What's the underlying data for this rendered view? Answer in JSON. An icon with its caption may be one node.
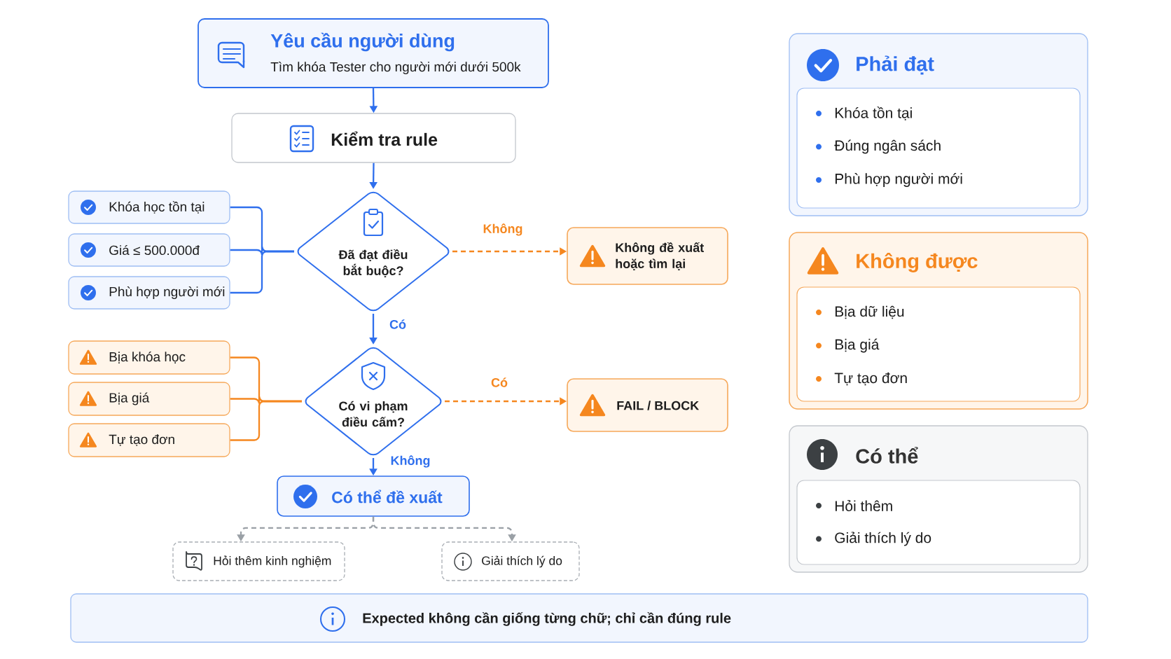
{
  "diagram": {
    "nodes": [
      {
        "text": [
          "Yêu cầu người dùng",
          "Tìm khóa Tester cho người mới dưới 500k"
        ]
      },
      {
        "text": [
          "Kiểm tra rule"
        ]
      },
      {
        "text": [
          "Khóa học tồn tại"
        ]
      },
      {
        "text": [
          "Giá ≤ 500.000đ"
        ]
      },
      {
        "text": [
          "Phù hợp người mới"
        ]
      },
      {
        "text": [
          "Đã đạt điều bắt buộc?"
        ]
      },
      {
        "text": [
          "Không đề xuất hoặc tìm lại"
        ]
      },
      {
        "text": [
          "Bịa khóa học"
        ]
      },
      {
        "text": [
          "Bịa giá"
        ]
      },
      {
        "text": [
          "Tự tạo đơn"
        ]
      },
      {
        "text": [
          "Có vi phạm điều cấm?"
        ]
      },
      {
        "text": [
          "FAIL / BLOCK"
        ]
      },
      {
        "text": [
          "Có thể đề xuất"
        ]
      },
      {
        "text": [
          "Hỏi thêm kinh nghiệm"
        ]
      },
      {
        "text": [
          "Giải thích lý do"
        ]
      },
      {
        "text": [
          "Phải đạt"
        ]
      },
      {
        "text": [
          "Khóa tồn tại",
          "Đúng ngân sách",
          "Phù hợp người mới"
        ],
        "in": 15
      },
      {
        "text": [
          "Không được"
        ]
      },
      {
        "text": [
          "Bịa dữ liệu",
          "Bịa giá",
          "Tự tạo đơn"
        ],
        "in": 17
      },
      {
        "text": [
          "Có thể"
        ]
      },
      {
        "text": [
          "Hỏi thêm",
          "Giải thích lý do"
        ],
        "in": 19
      },
      {
        "text": [
          "Expected không cần giống từng chữ; chỉ cần đúng rule"
        ]
      }
    ],
    "edges": [
      {
        "from": 0,
        "to": 1,
        "arrow": "to"
      },
      {
        "from": 1,
        "to": 5,
        "arrow": "to"
      },
      {
        "from": 2,
        "to": 5,
        "arrow": "none"
      },
      {
        "from": 3,
        "to": 5,
        "arrow": "none"
      },
      {
        "from": 4,
        "to": 5,
        "arrow": "none"
      },
      {
        "from": 5,
        "to": 6,
        "arrow": "to",
        "label": "Không",
        "style": "dashed",
        "color": "#f5871f"
      },
      {
        "from": 5,
        "to": 10,
        "arrow": "to",
        "label": "Có"
      },
      {
        "from": 7,
        "to": 10,
        "arrow": "none",
        "color": "#f5871f"
      },
      {
        "from": 8,
        "to": 10,
        "arrow": "none",
        "color": "#f5871f"
      },
      {
        "from": 9,
        "to": 10,
        "arrow": "none",
        "color": "#f5871f"
      },
      {
        "from": 10,
        "to": 11,
        "arrow": "to",
        "label": "Có",
        "style": "dashed",
        "color": "#f5871f"
      },
      {
        "from": 10,
        "to": 12,
        "arrow": "to",
        "label": "Không"
      },
      {
        "from": 12,
        "to": 13,
        "arrow": "to",
        "style": "dashed",
        "color": "#9aa0a6"
      },
      {
        "from": 12,
        "to": 14,
        "arrow": "to",
        "style": "dashed",
        "color": "#9aa0a6"
      }
    ]
  }
}
